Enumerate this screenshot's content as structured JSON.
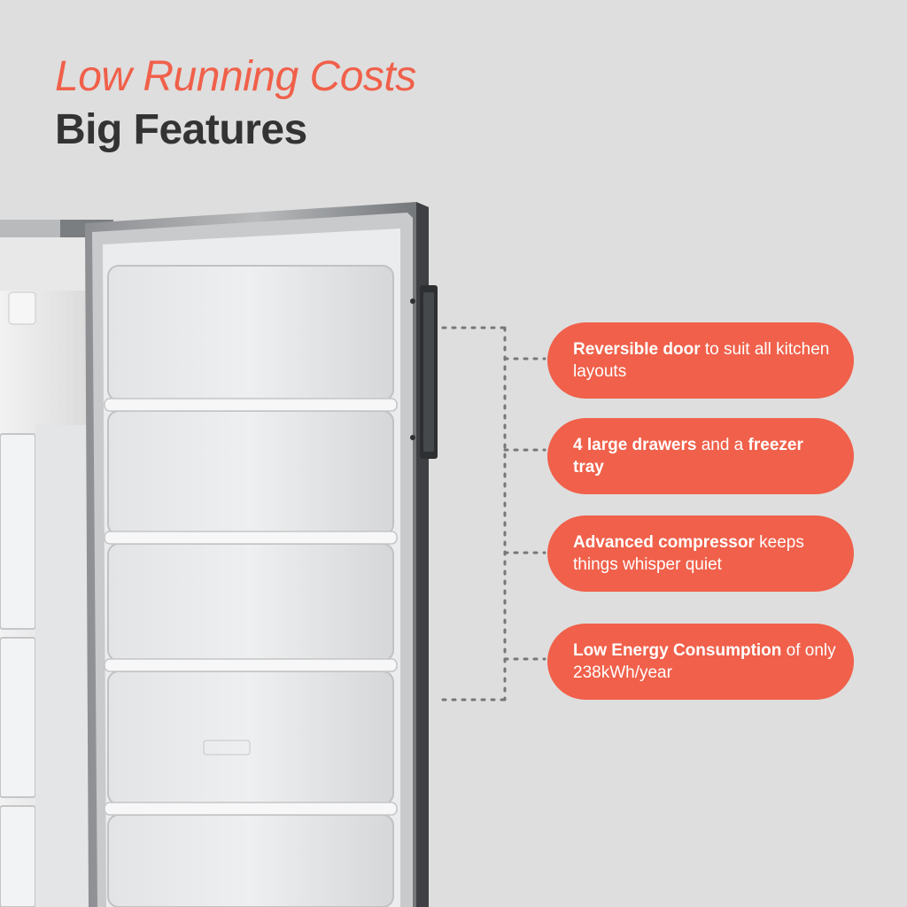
{
  "headline": {
    "line1": "Low Running Costs",
    "line2": "Big Features"
  },
  "features": [
    {
      "bold": "Reversible door",
      "rest": " to suit all kitchen layouts",
      "bold2": ""
    },
    {
      "bold": "4 large drawers",
      "rest": " and a ",
      "bold2": "freezer tray"
    },
    {
      "bold": "Advanced compressor",
      "rest": " keeps things whisper quiet",
      "bold2": ""
    },
    {
      "bold": "Low Energy Consumption",
      "rest": " of only 238kWh/year",
      "bold2": ""
    }
  ],
  "colors": {
    "accent": "#f0604a",
    "background": "#dedede",
    "heading": "#333333",
    "connector": "#777777"
  },
  "icons": [
    "dotted-connector",
    "freezer-door-illustration"
  ]
}
